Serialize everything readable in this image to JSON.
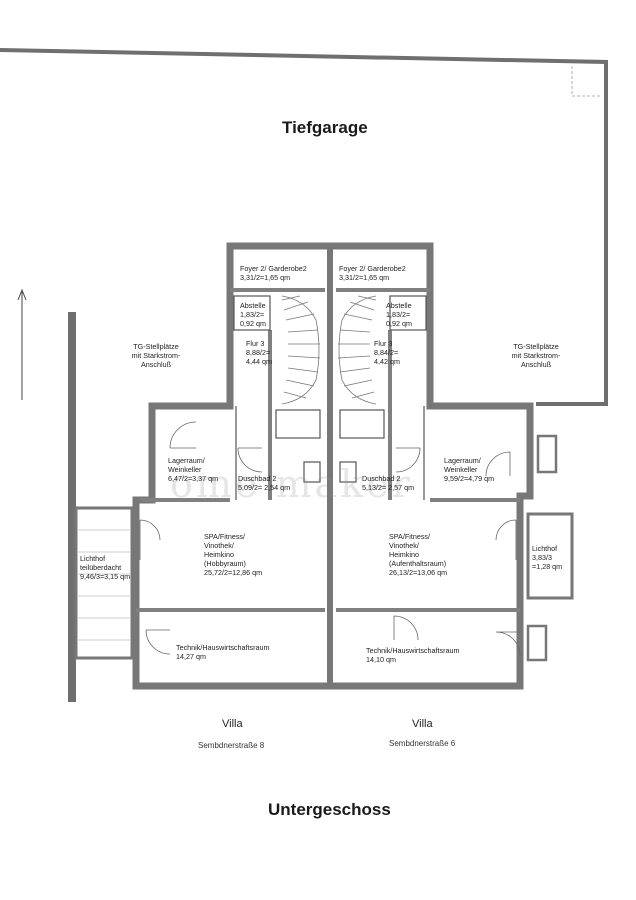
{
  "titles": {
    "tiefgarage": "Tiefgarage",
    "untergeschoss": "Untergeschoss"
  },
  "watermark": "ome maker",
  "rooms": {
    "left": {
      "foyer": "Foyer 2/ Garderobe2\n3,31/2=1,65 qm",
      "abstelle": "Abstelle\n1,83/2=\n0,92 qm",
      "flur": "Flur 3\n8,88/2=\n4,44 qm",
      "lager": "Lagerraum/\nWeinkeller\n6,47/2=3,37 qm",
      "dusche": "Duschbad 2\n5,09/2= 2,54 qm",
      "spa": "SPA/Fitness/\nVinothek/\nHeimkino\n(Hobbyraum)\n25,72/2=12,86 qm",
      "lichthof": "Lichthof\nteilüberdacht\n9,46/3=3,15 qm",
      "technik": "Technik/Hauswirtschaftsraum\n14,27 qm",
      "tg": "TG-Stellplätze\nmit Starkstrom-\nAnschluß"
    },
    "right": {
      "foyer": "Foyer 2/ Garderobe2\n3,31/2=1,65 qm",
      "abstelle": "Abstelle\n1,83/2=\n0,92 qm",
      "flur": "Flur 3\n8,84/2=\n4,42 qm",
      "lager": "Lagerraum/\nWeinkeller\n9,59/2=4,79 qm",
      "dusche": "Duschbad 2\n5,13/2= 2,57 qm",
      "spa": "SPA/Fitness/\nVinothek/\nHeimkino\n(Aufenthaltsraum)\n26,13/2=13,06 qm",
      "lichthof": "Lichthof\n3,83/3\n=1,28 qm",
      "technik": "Technik/Hauswirtschaftsraum\n14,10 qm",
      "tg": "TG-Stellplätze\nmit Starkstrom-\nAnschluß"
    }
  },
  "villas": [
    {
      "name": "Villa",
      "street": "Sembdnerstraße 8"
    },
    {
      "name": "Villa",
      "street": "Sembdnerstraße 6"
    }
  ]
}
